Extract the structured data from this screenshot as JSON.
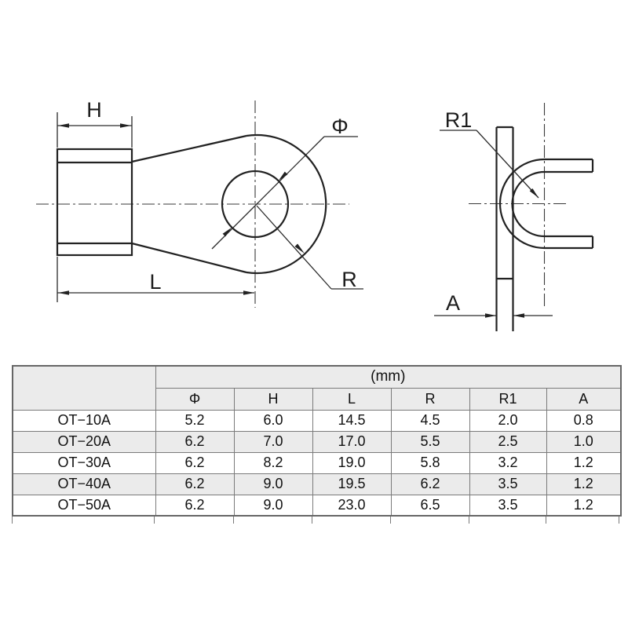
{
  "page": {
    "background": "#ffffff"
  },
  "drawing": {
    "front_view": {
      "labels": {
        "barrel_width": "H",
        "length": "L",
        "hole_diameter": "Φ",
        "ring_radius": "R"
      }
    },
    "side_view": {
      "labels": {
        "bend_radius": "R1",
        "thickness": "A"
      }
    },
    "line_color": "#222222",
    "centerline_color": "#3a3a3a"
  },
  "table": {
    "unit_header": "(mm)",
    "columns": [
      "Φ",
      "H",
      "L",
      "R",
      "R1",
      "A"
    ],
    "rows": [
      {
        "model": "OT−10A",
        "values": [
          "5.2",
          "6.0",
          "14.5",
          "4.5",
          "2.0",
          "0.8"
        ]
      },
      {
        "model": "OT−20A",
        "values": [
          "6.2",
          "7.0",
          "17.0",
          "5.5",
          "2.5",
          "1.0"
        ]
      },
      {
        "model": "OT−30A",
        "values": [
          "6.2",
          "8.2",
          "19.0",
          "5.8",
          "3.2",
          "1.2"
        ]
      },
      {
        "model": "OT−40A",
        "values": [
          "6.2",
          "9.0",
          "19.5",
          "6.2",
          "3.5",
          "1.2"
        ]
      },
      {
        "model": "OT−50A",
        "values": [
          "6.2",
          "9.0",
          "23.0",
          "6.5",
          "3.5",
          "1.2"
        ]
      }
    ],
    "border_color": "#7a7a7a",
    "header_fill": "#ebebeb",
    "alt_row_fill": "#ebebeb"
  }
}
